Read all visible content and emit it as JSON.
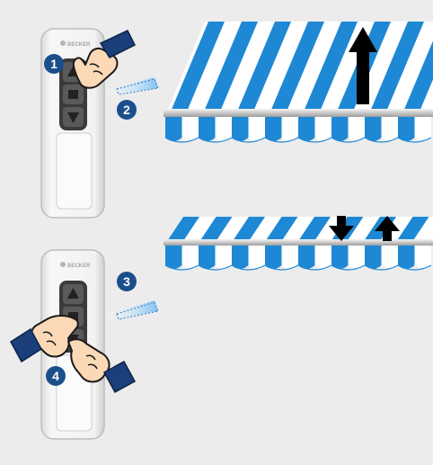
{
  "brand_label": "BECKER",
  "steps": [
    {
      "number": "1",
      "description": "press up button on remote"
    },
    {
      "number": "2",
      "description": "remote signal"
    },
    {
      "number": "3",
      "description": "remote signal"
    },
    {
      "number": "4",
      "description": "press stop and down buttons together"
    }
  ],
  "remote_buttons": [
    "up-arrow",
    "stop-square",
    "down-arrow"
  ],
  "colors": {
    "background": "#ececec",
    "awning_blue": "#1e88d4",
    "awning_white": "#ffffff",
    "step_badge": "#1b4f8c",
    "remote_body": "#f2f2f2",
    "remote_keys": "#4a4a4a",
    "cuff": "#1b3f7a",
    "arrow": "#000000"
  },
  "states": [
    {
      "name": "awning extended",
      "arrows": [
        "up"
      ]
    },
    {
      "name": "awning retracted",
      "arrows": [
        "down",
        "up"
      ]
    }
  ]
}
